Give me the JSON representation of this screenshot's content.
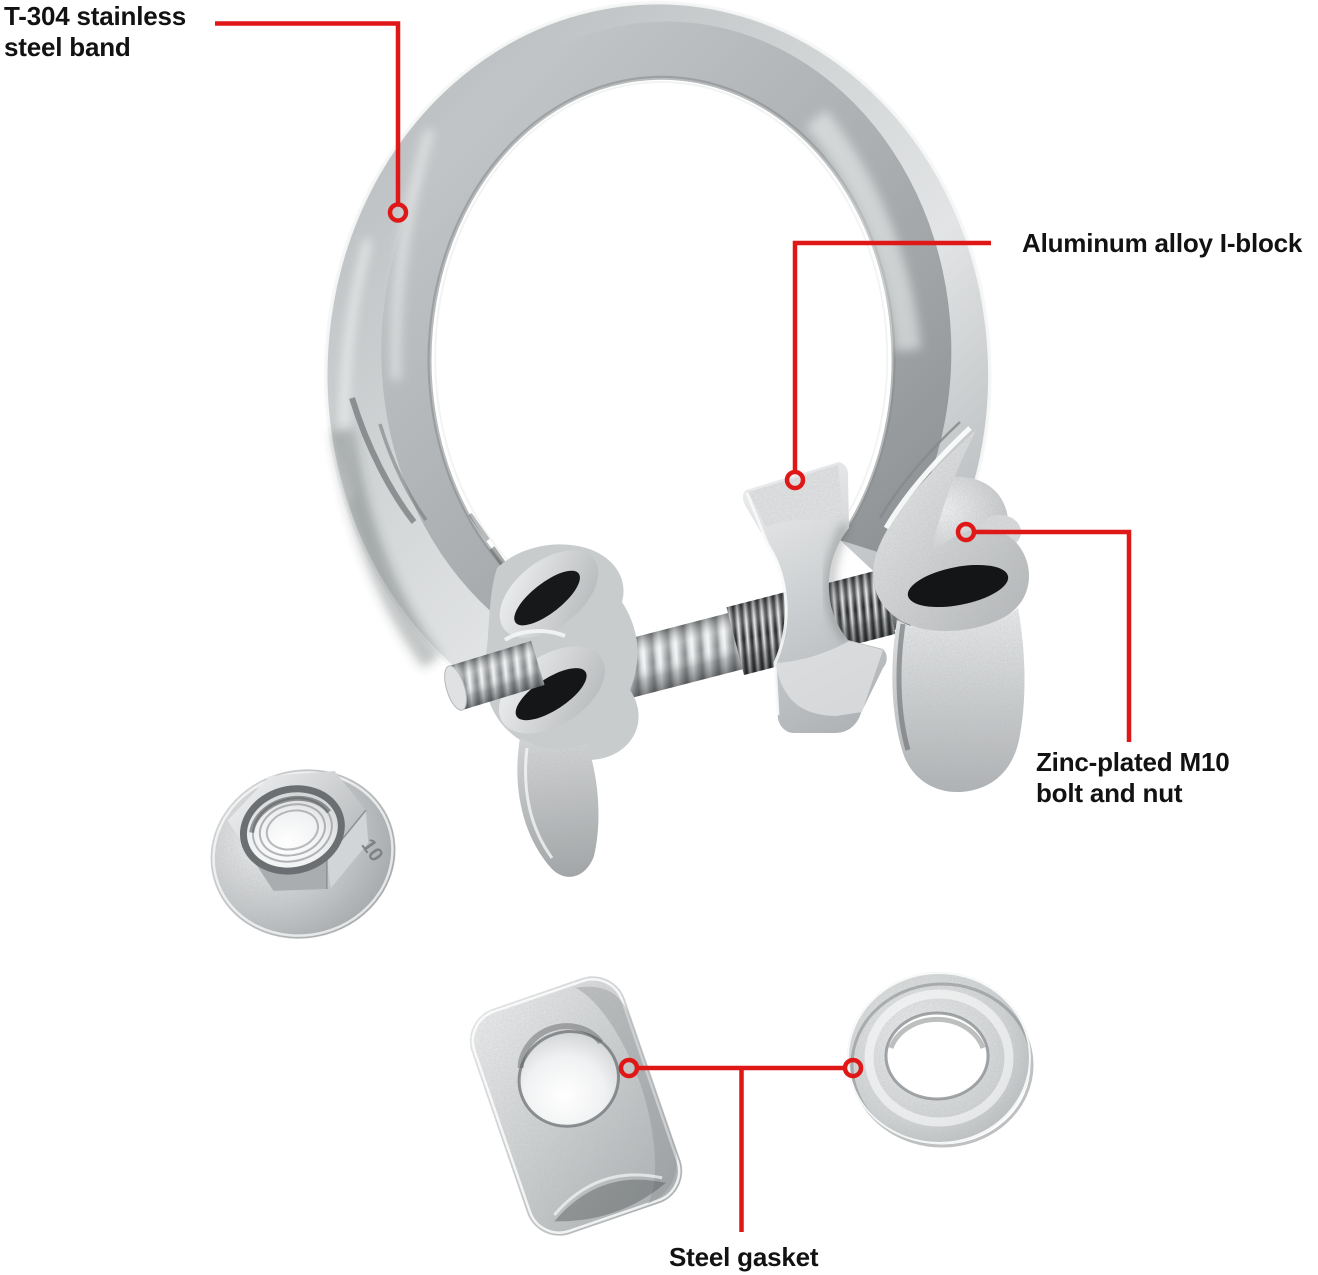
{
  "labels": {
    "band": "T-304 stainless\nsteel band",
    "i_block": "Aluminum alloy I-block",
    "bolt_nut": "Zinc-plated M10\nbolt and nut",
    "gasket": "Steel gasket"
  },
  "markings": {
    "nut_flange": "10"
  },
  "colors": {
    "callout": "#e01717",
    "label_text": "#121212",
    "background": "#ffffff"
  }
}
